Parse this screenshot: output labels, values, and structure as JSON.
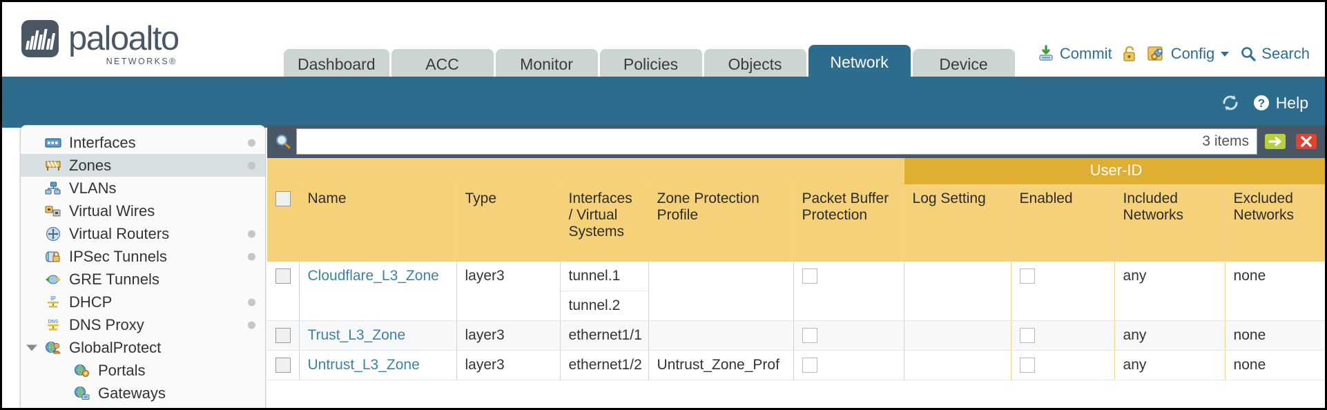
{
  "brand": {
    "name": "paloalto",
    "sub": "NETWORKS",
    "registered": "®"
  },
  "nav": {
    "tabs": [
      {
        "label": "Dashboard",
        "active": false
      },
      {
        "label": "ACC",
        "active": false
      },
      {
        "label": "Monitor",
        "active": false
      },
      {
        "label": "Policies",
        "active": false
      },
      {
        "label": "Objects",
        "active": false
      },
      {
        "label": "Network",
        "active": true
      },
      {
        "label": "Device",
        "active": false
      }
    ]
  },
  "top_actions": {
    "commit": "Commit",
    "lock_icon": "lock-icon",
    "config": "Config",
    "search": "Search"
  },
  "band": {
    "refresh_icon": "refresh-icon",
    "help": "Help"
  },
  "sidebar": {
    "items": [
      {
        "label": "Interfaces",
        "icon": "interfaces-icon",
        "selected": false,
        "dot": true,
        "child": false,
        "twisty": false
      },
      {
        "label": "Zones",
        "icon": "zones-icon",
        "selected": true,
        "dot": true,
        "child": false,
        "twisty": false
      },
      {
        "label": "VLANs",
        "icon": "vlans-icon",
        "selected": false,
        "dot": false,
        "child": false,
        "twisty": false
      },
      {
        "label": "Virtual Wires",
        "icon": "virtual-wires-icon",
        "selected": false,
        "dot": false,
        "child": false,
        "twisty": false
      },
      {
        "label": "Virtual Routers",
        "icon": "virtual-routers-icon",
        "selected": false,
        "dot": true,
        "child": false,
        "twisty": false
      },
      {
        "label": "IPSec Tunnels",
        "icon": "ipsec-tunnels-icon",
        "selected": false,
        "dot": true,
        "child": false,
        "twisty": false
      },
      {
        "label": "GRE Tunnels",
        "icon": "gre-tunnels-icon",
        "selected": false,
        "dot": false,
        "child": false,
        "twisty": false
      },
      {
        "label": "DHCP",
        "icon": "dhcp-icon",
        "selected": false,
        "dot": true,
        "child": false,
        "twisty": false
      },
      {
        "label": "DNS Proxy",
        "icon": "dns-proxy-icon",
        "selected": false,
        "dot": true,
        "child": false,
        "twisty": false
      },
      {
        "label": "GlobalProtect",
        "icon": "globalprotect-icon",
        "selected": false,
        "dot": false,
        "child": false,
        "twisty": true
      },
      {
        "label": "Portals",
        "icon": "portals-icon",
        "selected": false,
        "dot": false,
        "child": true,
        "twisty": false
      },
      {
        "label": "Gateways",
        "icon": "gateways-icon",
        "selected": false,
        "dot": false,
        "child": true,
        "twisty": false
      }
    ]
  },
  "search": {
    "value": "",
    "placeholder": "",
    "items_count": "3 items",
    "apply_icon": "apply-arrow-icon",
    "clear_icon": "clear-x-icon",
    "magnifier_icon": "search-icon"
  },
  "table": {
    "group_header": "User-ID",
    "columns": [
      "Name",
      "Type",
      "Interfaces / Virtual Systems",
      "Zone Protection Profile",
      "Packet Buffer Protection",
      "Log Setting",
      "Enabled",
      "Included Networks",
      "Excluded Networks"
    ],
    "rows": [
      {
        "name": "Cloudflare_L3_Zone",
        "type": "layer3",
        "interfaces": [
          "tunnel.1",
          "tunnel.2"
        ],
        "zone_protection_profile": "",
        "packet_buffer_protection": false,
        "log_setting": "",
        "enabled": false,
        "included_networks": "any",
        "excluded_networks": "none"
      },
      {
        "name": "Trust_L3_Zone",
        "type": "layer3",
        "interfaces": [
          "ethernet1/1"
        ],
        "zone_protection_profile": "",
        "packet_buffer_protection": false,
        "log_setting": "",
        "enabled": false,
        "included_networks": "any",
        "excluded_networks": "none"
      },
      {
        "name": "Untrust_L3_Zone",
        "type": "layer3",
        "interfaces": [
          "ethernet1/2"
        ],
        "zone_protection_profile": "Untrust_Zone_Prof",
        "packet_buffer_protection": false,
        "log_setting": "",
        "enabled": false,
        "included_networks": "any",
        "excluded_networks": "none"
      }
    ]
  },
  "colors": {
    "brand_blue": "#2e6c8e",
    "header_gold": "#f5d279",
    "group_gold": "#e0ae33",
    "slate": "#4a5866",
    "link_blue": "#3c82a8"
  }
}
